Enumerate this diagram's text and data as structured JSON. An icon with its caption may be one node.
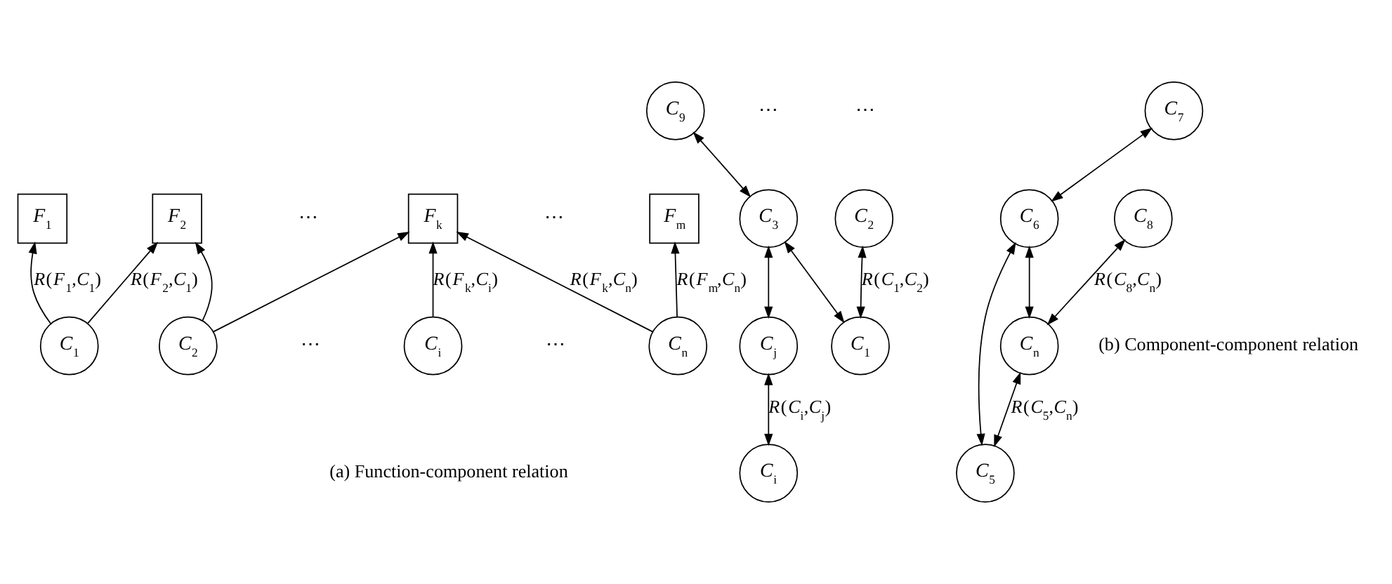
{
  "diagram": {
    "nodes": [
      {
        "text": [
          "*F*$_{1}$"
        ]
      },
      {
        "text": [
          "*F*$_{2}$"
        ]
      },
      {
        "text": [
          "*F*$_{k}$"
        ]
      },
      {
        "text": [
          "*F*$_{m}$"
        ]
      },
      {
        "text": [
          "*C*$_{1}$"
        ]
      },
      {
        "text": [
          "*C*$_{2}$"
        ]
      },
      {
        "text": [
          "*C*$_{i}$"
        ]
      },
      {
        "text": [
          "*C*$_{n}$"
        ]
      },
      {
        "text": [
          "*C*$_{i}$"
        ]
      },
      {
        "text": [
          "*C*$_{j}$"
        ]
      },
      {
        "text": [
          "*C*$_{1}$"
        ]
      },
      {
        "text": [
          "*C*$_{3}$"
        ]
      },
      {
        "text": [
          "*C*$_{5}$"
        ]
      },
      {
        "text": [
          "*C*$_{2}$"
        ]
      },
      {
        "text": [
          "*C*$_{9}$"
        ]
      },
      {
        "text": [
          "*C*$_{n}$"
        ]
      },
      {
        "text": [
          "*C*$_{6}$"
        ]
      },
      {
        "text": [
          "*C*$_{8}$"
        ]
      },
      {
        "text": [
          "*C*$_{7}$"
        ]
      }
    ],
    "edges": [
      {
        "from": 4,
        "to": 0,
        "arrow": "to",
        "label": "*R*(*F*$_{1}$,*C*$_{1}$)"
      },
      {
        "from": 4,
        "to": 1,
        "arrow": "to",
        "label": "*R*(*F*$_{2}$,*C*$_{1}$)"
      },
      {
        "from": 5,
        "to": 1,
        "arrow": "to"
      },
      {
        "from": 5,
        "to": 2,
        "arrow": "to"
      },
      {
        "from": 6,
        "to": 2,
        "arrow": "to",
        "label": "*R*(*F*$_{k}$,*C*$_{i}$)"
      },
      {
        "from": 7,
        "to": 2,
        "arrow": "to",
        "label": "*R*(*F*$_{k}$,*C*$_{n}$)"
      },
      {
        "from": 7,
        "to": 3,
        "arrow": "to",
        "label": "*R*(*F*$_{m}$,*C*$_{n}$)"
      },
      {
        "from": 8,
        "to": 9,
        "arrow": "both",
        "label": "*R*(*C*$_{i}$,*C*$_{j}$)"
      },
      {
        "from": 9,
        "to": 11,
        "arrow": "both"
      },
      {
        "from": 10,
        "to": 11,
        "arrow": "both"
      },
      {
        "from": 10,
        "to": 13,
        "arrow": "both",
        "label": "*R*(*C*$_{1}$,*C*$_{2}$)"
      },
      {
        "from": 11,
        "to": 14,
        "arrow": "both"
      },
      {
        "from": 12,
        "to": 15,
        "arrow": "both",
        "label": "*R*(*C*$_{5}$,*C*$_{n}$)"
      },
      {
        "from": 12,
        "to": 16,
        "arrow": "both"
      },
      {
        "from": 15,
        "to": 16,
        "arrow": "both"
      },
      {
        "from": 15,
        "to": 17,
        "arrow": "both",
        "label": "*R*(*C*$_{8}$,*C*$_{n}$)"
      },
      {
        "from": 16,
        "to": 18,
        "arrow": "both"
      }
    ],
    "labels": [
      "⋯",
      "⋯",
      "⋯",
      "⋯",
      "⋯",
      "⋯",
      "(a) Function-component relation",
      "(b) Component-component relation"
    ]
  }
}
